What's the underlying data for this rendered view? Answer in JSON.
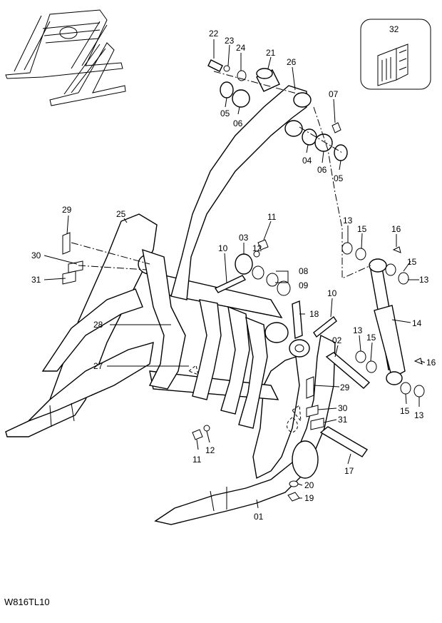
{
  "drawing_code": "W816TL10",
  "callouts": [
    {
      "id": "c32",
      "label": "32"
    },
    {
      "id": "c22",
      "label": "22"
    },
    {
      "id": "c23",
      "label": "23"
    },
    {
      "id": "c24",
      "label": "24"
    },
    {
      "id": "c21",
      "label": "21"
    },
    {
      "id": "c26",
      "label": "26"
    },
    {
      "id": "c07",
      "label": "07"
    },
    {
      "id": "c05a",
      "label": "05"
    },
    {
      "id": "c06a",
      "label": "06"
    },
    {
      "id": "c04",
      "label": "04"
    },
    {
      "id": "c06b",
      "label": "06"
    },
    {
      "id": "c05b",
      "label": "05"
    },
    {
      "id": "c29a",
      "label": "29"
    },
    {
      "id": "c25",
      "label": "25"
    },
    {
      "id": "c11a",
      "label": "11"
    },
    {
      "id": "c12a",
      "label": "12"
    },
    {
      "id": "c03",
      "label": "03"
    },
    {
      "id": "c10a",
      "label": "10"
    },
    {
      "id": "c13a",
      "label": "13"
    },
    {
      "id": "c15a",
      "label": "15"
    },
    {
      "id": "c16a",
      "label": "16"
    },
    {
      "id": "c30a",
      "label": "30"
    },
    {
      "id": "c31a",
      "label": "31"
    },
    {
      "id": "c08",
      "label": "08"
    },
    {
      "id": "c09",
      "label": "09"
    },
    {
      "id": "c15b",
      "label": "15"
    },
    {
      "id": "c13b",
      "label": "13"
    },
    {
      "id": "c10b",
      "label": "10"
    },
    {
      "id": "c18",
      "label": "18"
    },
    {
      "id": "c14",
      "label": "14"
    },
    {
      "id": "c28",
      "label": "28"
    },
    {
      "id": "c13c",
      "label": "13"
    },
    {
      "id": "c15c",
      "label": "15"
    },
    {
      "id": "c02",
      "label": "02"
    },
    {
      "id": "c27",
      "label": "27"
    },
    {
      "id": "c16b",
      "label": "16"
    },
    {
      "id": "c29b",
      "label": "29"
    },
    {
      "id": "c30b",
      "label": "30"
    },
    {
      "id": "c31b",
      "label": "31"
    },
    {
      "id": "c15d",
      "label": "15"
    },
    {
      "id": "c13d",
      "label": "13"
    },
    {
      "id": "c11b",
      "label": "11"
    },
    {
      "id": "c12b",
      "label": "12"
    },
    {
      "id": "c17",
      "label": "17"
    },
    {
      "id": "c20",
      "label": "20"
    },
    {
      "id": "c19",
      "label": "19"
    },
    {
      "id": "c01",
      "label": "01"
    }
  ]
}
